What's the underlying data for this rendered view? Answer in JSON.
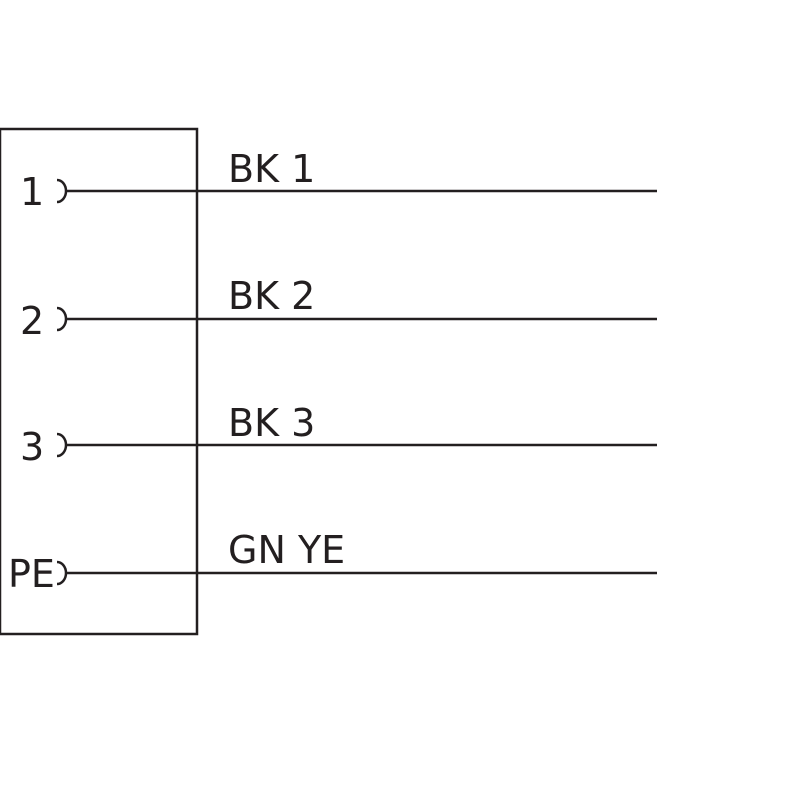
{
  "colors": {
    "line": "#231f20",
    "background": "#ffffff"
  },
  "pins": [
    {
      "pin": "1",
      "wire": "BK 1"
    },
    {
      "pin": "2",
      "wire": "BK 2"
    },
    {
      "pin": "3",
      "wire": "BK 3"
    },
    {
      "pin": "PE",
      "wire": "GN YE"
    }
  ]
}
